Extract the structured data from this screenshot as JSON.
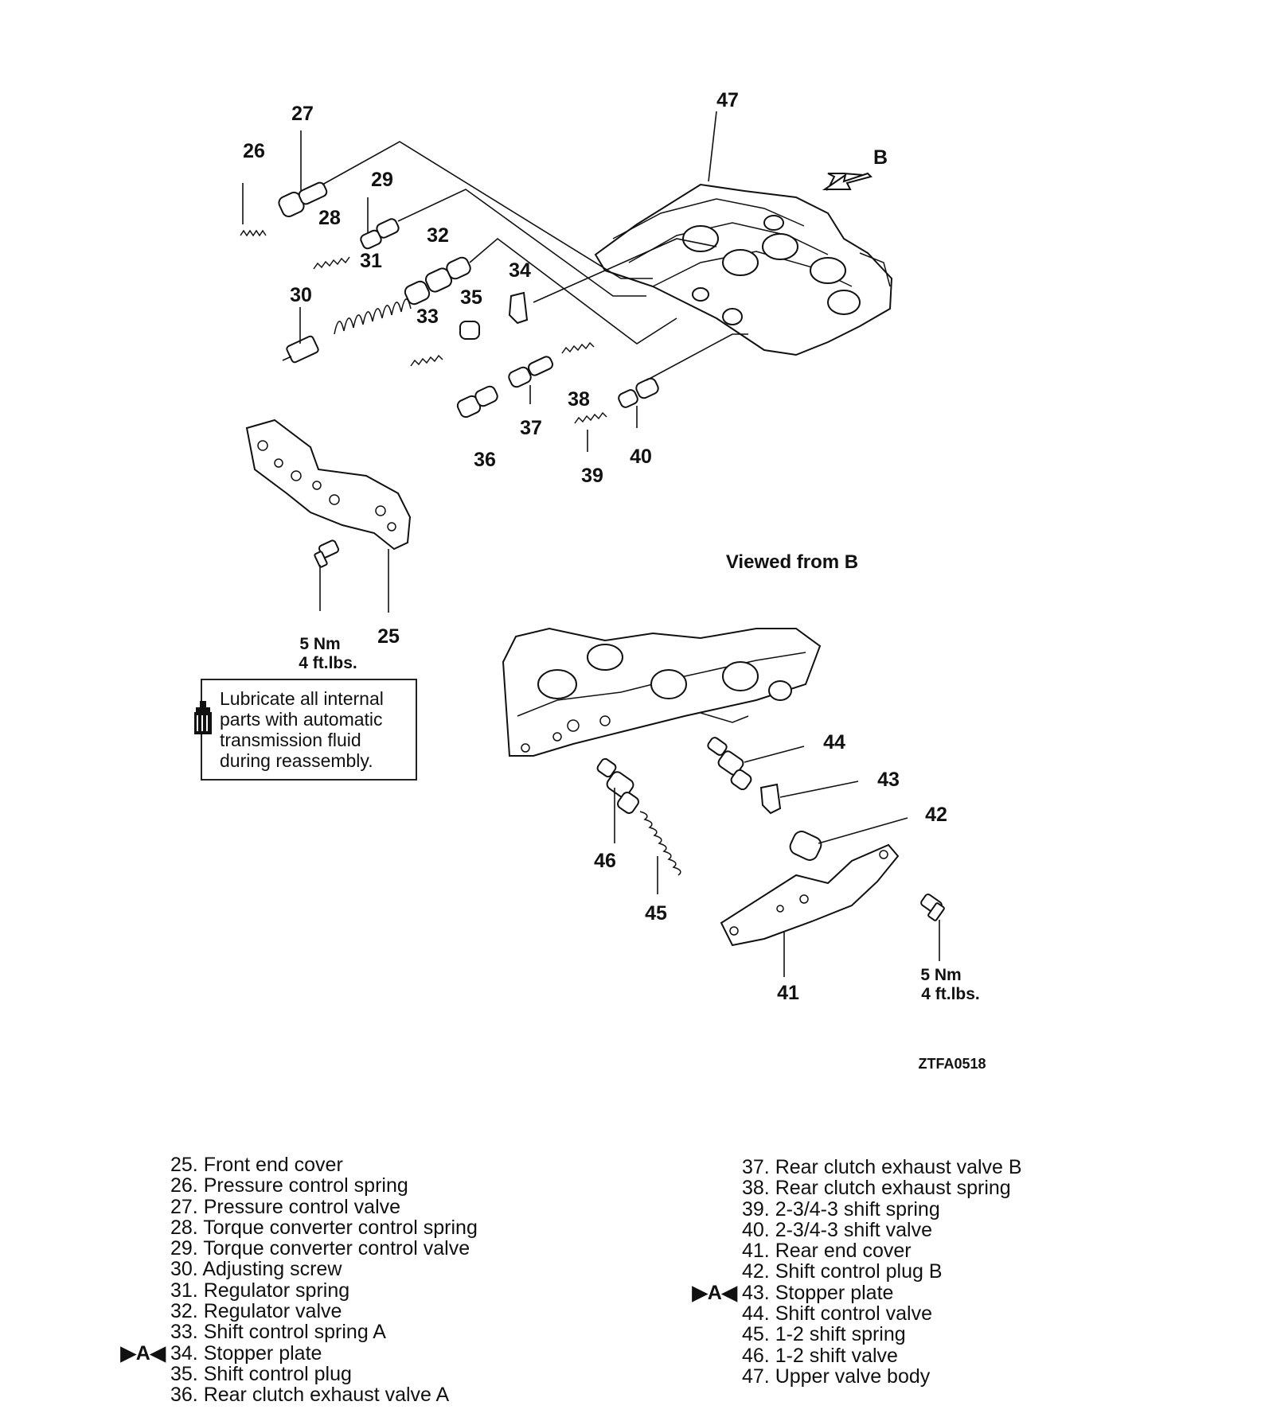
{
  "callouts": {
    "c25": "25",
    "c26": "26",
    "c27": "27",
    "c28": "28",
    "c29": "29",
    "c30": "30",
    "c31": "31",
    "c32": "32",
    "c33": "33",
    "c34": "34",
    "c35": "35",
    "c36": "36",
    "c37": "37",
    "c38": "38",
    "c39": "39",
    "c40": "40",
    "c41": "41",
    "c42": "42",
    "c43": "43",
    "c44": "44",
    "c45": "45",
    "c46": "46",
    "c47": "47"
  },
  "view_arrow_label": "B",
  "viewed_from": "Viewed from B",
  "torque_top": {
    "nm": "5 Nm",
    "ftlbs": "4 ft.lbs."
  },
  "torque_bottom": {
    "nm": "5 Nm",
    "ftlbs": "4 ft.lbs."
  },
  "note": "Lubricate all internal parts with automatic transmission fluid during reassembly.",
  "figure_code": "ZTFA0518",
  "legend_marker": "▶A◀",
  "legend_left": [
    "25. Front end cover",
    "26. Pressure control spring",
    "27. Pressure control valve",
    "28. Torque converter control spring",
    "29. Torque converter control valve",
    "30. Adjusting screw",
    "31. Regulator spring",
    "32. Regulator valve",
    "33. Shift control spring A",
    "34. Stopper plate",
    "35. Shift control plug",
    "36. Rear clutch exhaust valve A"
  ],
  "legend_right": [
    "37. Rear clutch exhaust valve B",
    "38. Rear clutch exhaust spring",
    "39. 2-3/4-3 shift spring",
    "40. 2-3/4-3 shift valve",
    "41. Rear end cover",
    "42. Shift control plug B",
    "43. Stopper plate",
    "44. Shift control valve",
    "45. 1-2 shift spring",
    "46. 1-2 shift valve",
    "47. Upper valve body"
  ]
}
